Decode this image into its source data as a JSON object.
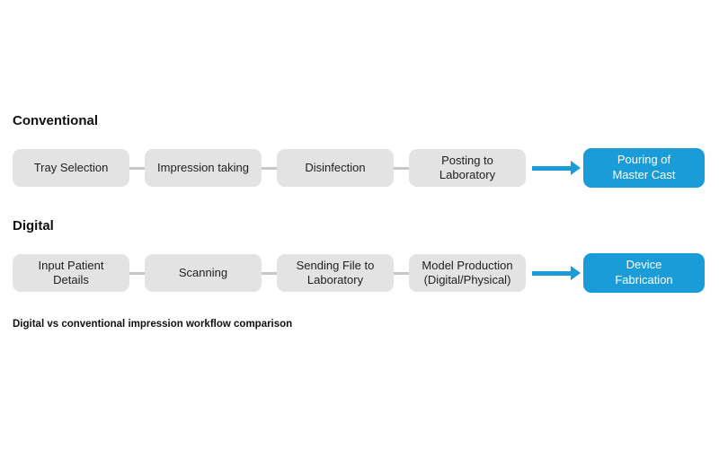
{
  "caption": "Digital vs conventional impression workflow comparison",
  "colors": {
    "accent": "#1a9cd9",
    "box_bg": "#e3e3e3",
    "connector": "#c7c7c7"
  },
  "rows": [
    {
      "heading": "Conventional",
      "steps": [
        "Tray Selection",
        "Impression taking",
        "Disinfection",
        "Posting to Laboratory"
      ],
      "final": "Pouring of Master Cast"
    },
    {
      "heading": "Digital",
      "steps": [
        "Input Patient Details",
        "Scanning",
        "Sending File to Laboratory",
        "Model Production (Digital/Physical)"
      ],
      "final": "Device Fabrication"
    }
  ]
}
